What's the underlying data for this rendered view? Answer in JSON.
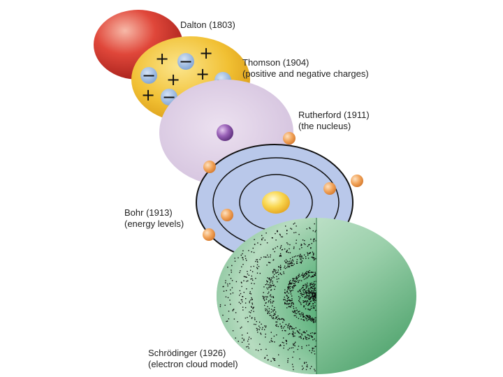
{
  "models": [
    {
      "id": "dalton",
      "name": "Dalton (1803)",
      "note": ""
    },
    {
      "id": "thomson",
      "name": "Thomson (1904)",
      "note": "(positive and negative charges)"
    },
    {
      "id": "rutherford",
      "name": "Rutherford (1911)",
      "note": "(the nucleus)"
    },
    {
      "id": "bohr",
      "name": "Bohr (1913)",
      "note": "(energy levels)"
    },
    {
      "id": "schrodinger",
      "name": "Schrödinger (1926)",
      "note": "(electron cloud model)"
    }
  ],
  "thomson_charges": [
    "+",
    "−",
    "+",
    "−",
    "+",
    "+",
    "−",
    "+",
    "−",
    "−"
  ],
  "colors": {
    "dalton": "#d8322c",
    "thomson": "#f0c13a",
    "rutherford": "#d9c9e2",
    "bohr": "#b9c8ea",
    "schrodinger": "#5fb37e",
    "electron": "#f1a45a",
    "nucleus_rutherford": "#8b5aa6",
    "nucleus_bohr": "#f7d04a",
    "negative_charge": "#8fb2dd"
  }
}
